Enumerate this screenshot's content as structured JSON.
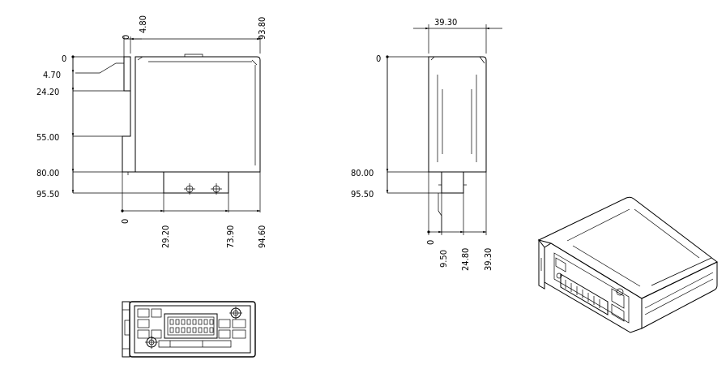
{
  "front_view": {
    "top_dims": {
      "left": "0",
      "offset": "4.80",
      "right": "93.80"
    },
    "vertical_dims": [
      "0",
      "4.70",
      "24.20",
      "55.00",
      "80.00",
      "95.50"
    ],
    "bottom_dims": [
      "0",
      "29.20",
      "73.90",
      "94.60"
    ]
  },
  "side_view": {
    "top_dim": "39.30",
    "vertical_dims": [
      "0",
      "80.00",
      "95.50"
    ],
    "bottom_dims": [
      "0",
      "9.50",
      "24.80",
      "39.30"
    ]
  }
}
